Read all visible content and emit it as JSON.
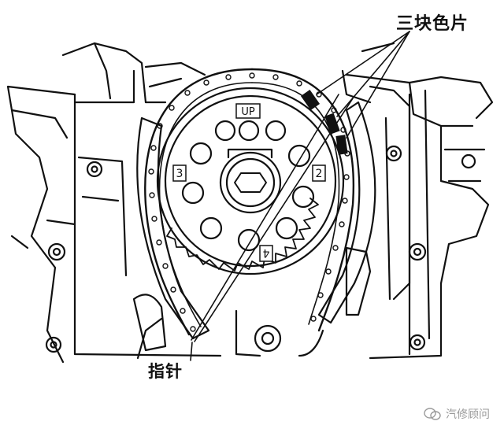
{
  "labels": {
    "color_plates": "三块色片",
    "pointer": "指针",
    "gear_top": "UP",
    "gear_mark_2": "2",
    "gear_mark_3": "3",
    "gear_mark_4": "4"
  },
  "watermark": {
    "text": "汽修顾问",
    "icon": "wechat-icon"
  },
  "colors": {
    "line": "#111111",
    "background": "#ffffff",
    "watermark": "#9a9a9a"
  }
}
